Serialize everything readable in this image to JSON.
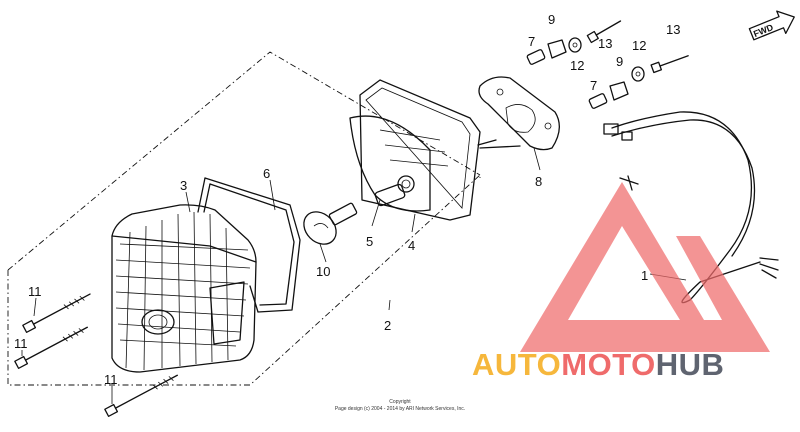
{
  "diagram": {
    "callouts": {
      "p1": "1",
      "p2": "2",
      "p3": "3",
      "p4": "4",
      "p5": "5",
      "p6": "6",
      "p7a": "7",
      "p7b": "7",
      "p8": "8",
      "p9a": "9",
      "p9b": "9",
      "p10": "10",
      "p11a": "11",
      "p11b": "11",
      "p11c": "11",
      "p12a": "12",
      "p12b": "12",
      "p13a": "13",
      "p13b": "13"
    },
    "fwd_label": "FWD",
    "copyright_line1": "Copyright",
    "copyright_line2": "Page design (c) 2004 - 2014 by ARI Network Services, Inc."
  },
  "watermark": {
    "brand_part1": "AUTO",
    "brand_part2": "MOTO",
    "brand_part3": "HUB",
    "colors": {
      "triangle": "#ef6b6b",
      "auto": "#f6b73c",
      "moto": "#ef6b6b",
      "hub": "#5f6470"
    }
  }
}
